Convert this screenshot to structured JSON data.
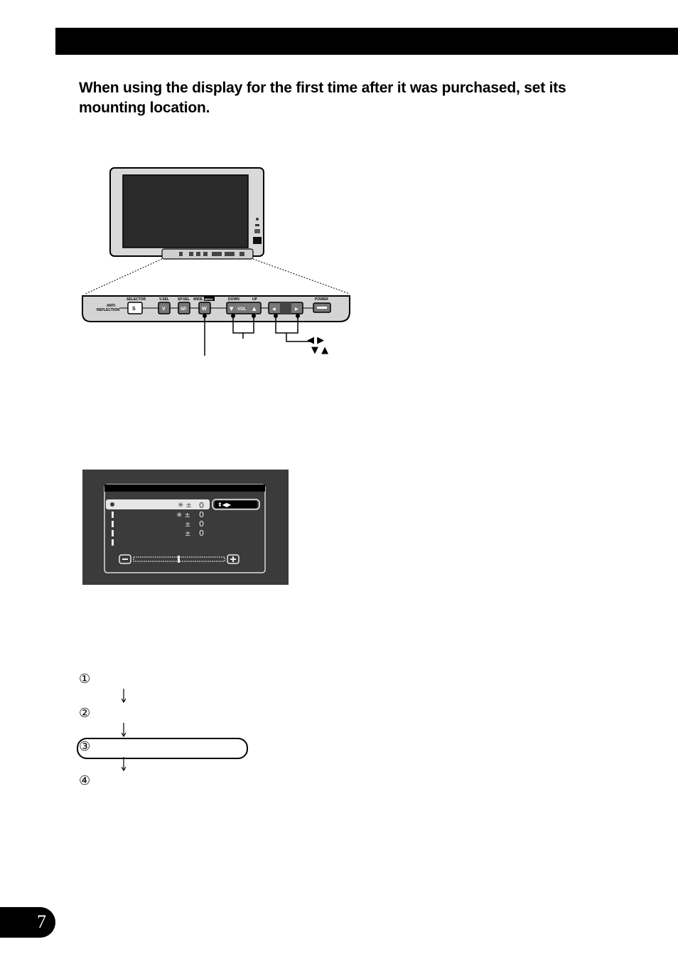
{
  "intro": "When using the display for the first time after it was purchased, set its mounting location.",
  "panel": {
    "anti_reflection": "ANTI-\nREFLECTION",
    "selector_label": "SELECTOR",
    "selector_key": "S",
    "vsel_label": "V.SEL",
    "vsel_key": "V",
    "spsel_label": "SP.SEL",
    "spsel_key": "SP",
    "wide_label": "WIDE",
    "wide_badge": "MENU",
    "wide_key": "W",
    "down_label": "DOWN",
    "up_label": "UP",
    "vol_label": "VOL",
    "power_label": "POWER",
    "arrow_symbols_lr": "◀ ▶",
    "arrow_symbols_ud": "▼ ▲"
  },
  "osd": {
    "row1_value": "0",
    "row2_value": "0",
    "row3_value": "0",
    "row4_value": "0",
    "minus": "—",
    "plus": "+"
  },
  "steps": [
    {
      "num": "①"
    },
    {
      "num": "②"
    },
    {
      "num": "③"
    },
    {
      "num": "④"
    }
  ],
  "page_number": "7"
}
